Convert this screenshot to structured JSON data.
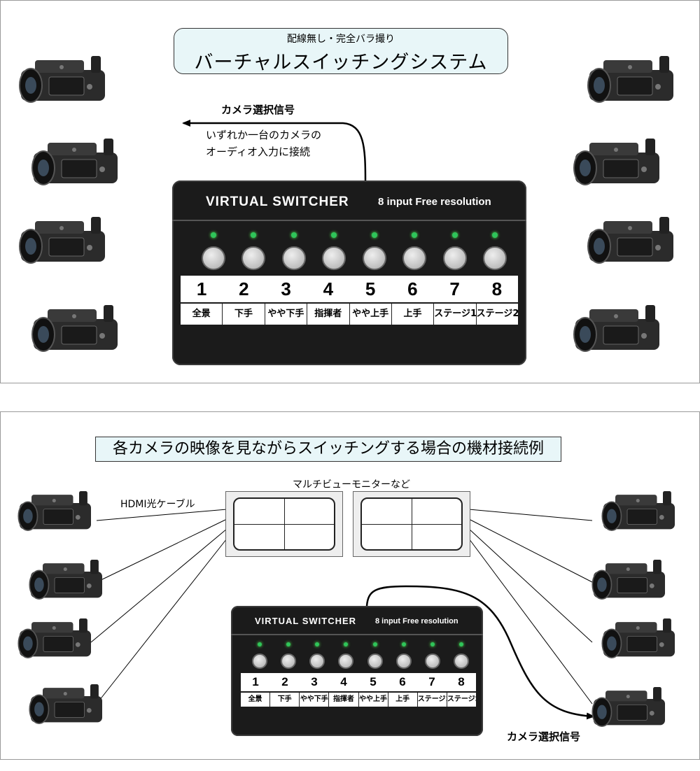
{
  "panel1": {
    "subtitle": "配線無し・完全バラ撮り",
    "title": "バーチャルスイッチングシステム",
    "signal_label": "カメラ選択信号",
    "note_line1": "いずれか一台のカメラの",
    "note_line2": "オーディオ入力に接続"
  },
  "switcher": {
    "title": "VIRTUAL   SWITCHER",
    "subtitle": "8 input Free resolution",
    "channels": [
      {
        "num": "1",
        "label": "全景"
      },
      {
        "num": "2",
        "label": "下手"
      },
      {
        "num": "3",
        "label": "やや下手"
      },
      {
        "num": "4",
        "label": "指揮者"
      },
      {
        "num": "5",
        "label": "やや上手"
      },
      {
        "num": "6",
        "label": "上手"
      },
      {
        "num": "7",
        "label": "ステージ1"
      },
      {
        "num": "8",
        "label": "ステージ2"
      }
    ]
  },
  "panel2": {
    "title": "各カメラの映像を見ながらスイッチングする場合の機材接続例",
    "monitor_label": "マルチビューモニターなど",
    "cable_label": "HDMI光ケーブル",
    "signal_label": "カメラ選択信号"
  },
  "colors": {
    "title_bg": "#e8f6f8",
    "switcher_body": "#1b1b1b",
    "led": "#2fc55a"
  },
  "icons": [
    "camcorder-icon",
    "multiview-monitor-icon"
  ]
}
